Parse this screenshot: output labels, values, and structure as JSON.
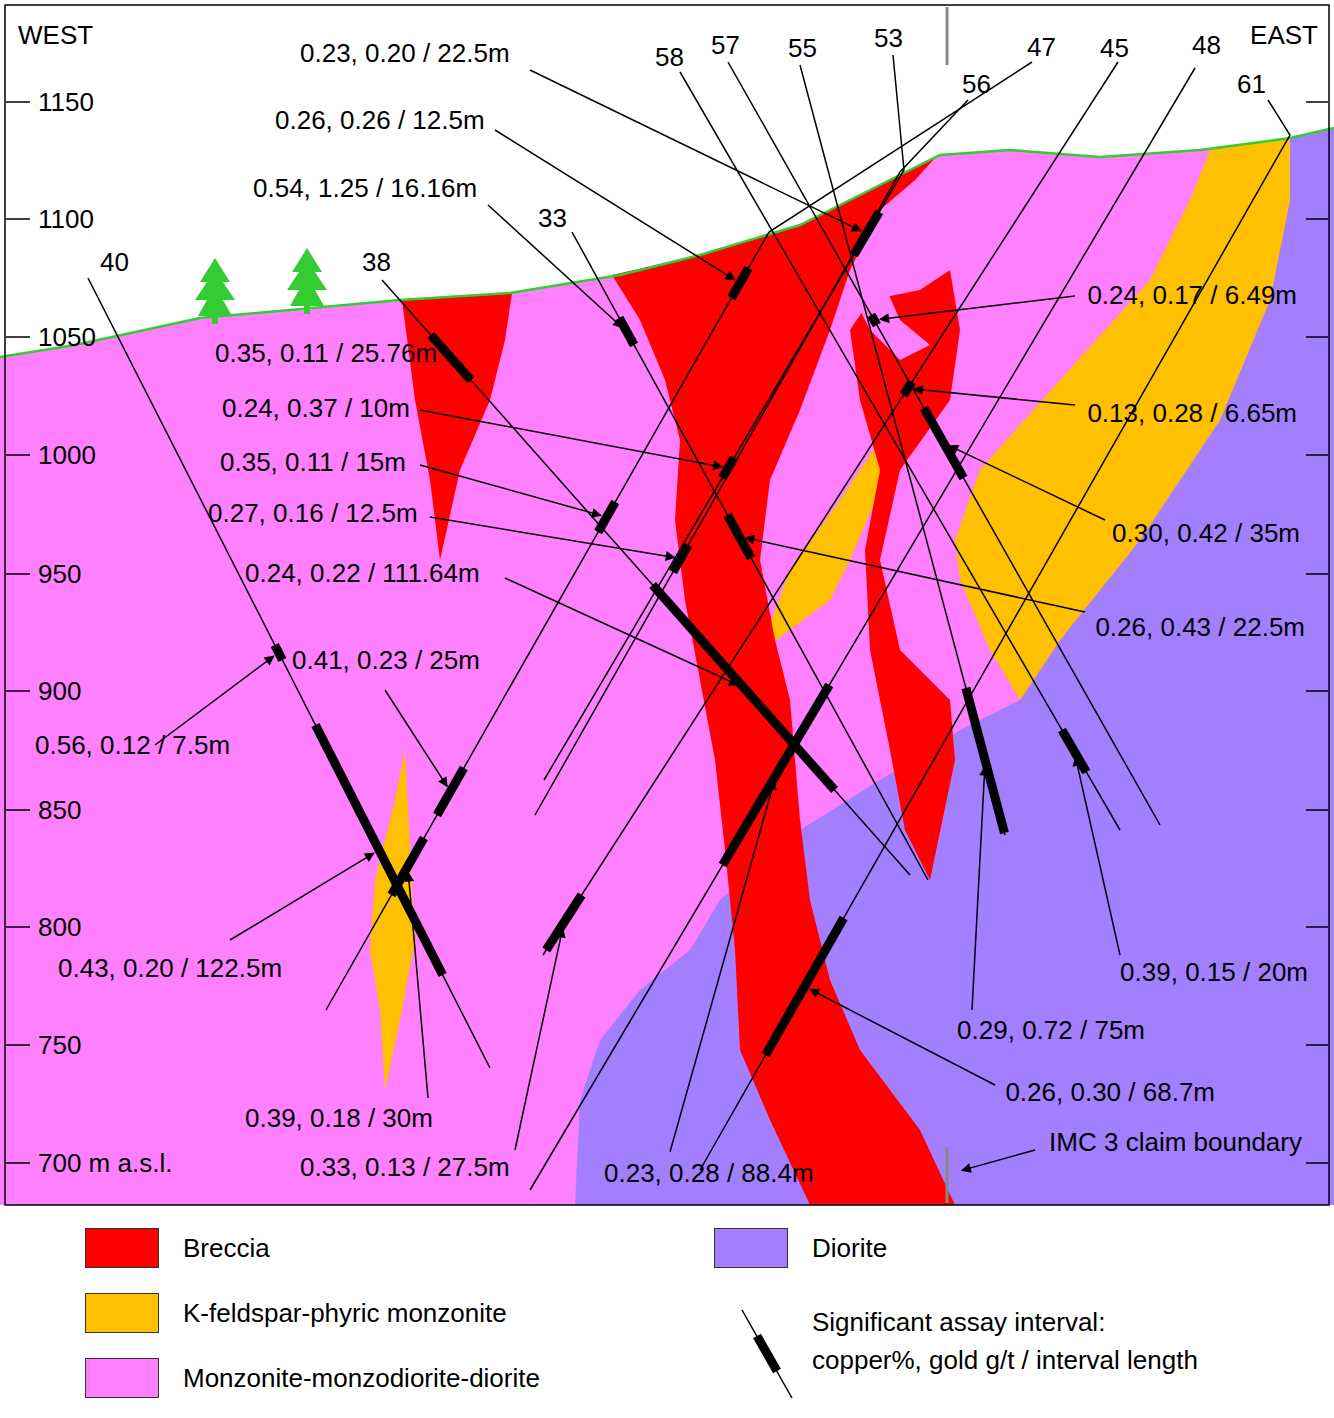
{
  "diagram": {
    "labels": [
      "WEST",
      "EAST",
      "1150",
      "1100",
      "1050",
      "1000",
      "950",
      "900",
      "850",
      "800",
      "750",
      "700 m a.s.l.",
      "40",
      "38",
      "33",
      "58",
      "57",
      "55",
      "53",
      "56",
      "47",
      "45",
      "48",
      "61",
      "0.23, 0.20 / 22.5m",
      "0.26, 0.26 / 12.5m",
      "0.54, 1.25 / 16.16m",
      "0.35, 0.11 / 25.76m",
      "0.24, 0.37 / 10m",
      "0.35, 0.11 / 15m",
      "0.27, 0.16 / 12.5m",
      "0.24, 0.22 / 111.64m",
      "0.41, 0.23 / 25m",
      "0.56, 0.12 / 7.5m",
      "0.43, 0.20 / 122.5m",
      "0.39, 0.18 / 30m",
      "0.33, 0.13 / 27.5m",
      "0.23, 0.28 / 88.4m",
      "0.24, 0.17 / 6.49m",
      "0.13, 0.28 / 6.65m",
      "0.30, 0.42 / 35m",
      "0.26, 0.43 / 22.5m",
      "0.39, 0.15 / 20m",
      "0.29, 0.72 / 75m",
      "0.26, 0.30 / 68.7m",
      "IMC 3 claim boundary"
    ],
    "legend": [
      {
        "text": "Breccia",
        "color": "#FF0000"
      },
      {
        "text": "K-feldspar-phyric monzonite",
        "color": "#FFC000"
      },
      {
        "text": "Monzonite-monzodiorite-diorite",
        "color": "#FF80FF"
      },
      {
        "text": "Diorite",
        "color": "#A37FFF"
      },
      {
        "text": "Significant assay interval: copper%, gold g/t / interval length"
      }
    ]
  }
}
